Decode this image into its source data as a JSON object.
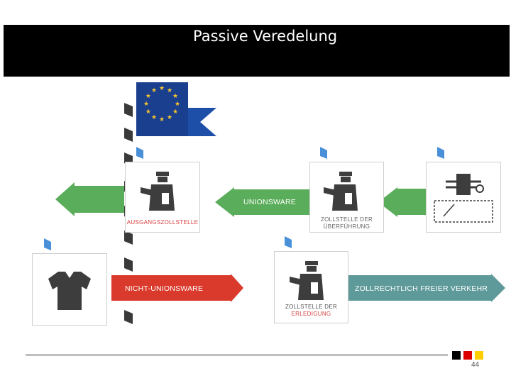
{
  "slide": {
    "title": "Passive Veredelung",
    "page_number": "44"
  },
  "labels": {
    "export_office": "AUSGANGSZOLLSTELLE",
    "transfer_office_line1": "ZOLLSTELLE DER",
    "transfer_office_line2": "ÜBERFÜHRUNG",
    "discharge_office_line1": "ZOLLSTELLE DER",
    "discharge_office_line2": "ERLEDIGUNG"
  },
  "arrows": {
    "union_goods": "UNIONSWARE",
    "non_union_goods": "NICHT-UNIONSWARE",
    "free_circulation": "ZOLLRECHTLICH FREIER VERKEHR"
  },
  "colors": {
    "green": "#5aad5a",
    "red": "#d93a2b",
    "teal": "#5f9a9a",
    "accent_red_text": "#d94040",
    "eu_blue": "#1b3f8f",
    "flag_gold": "#f4c430",
    "corner_blue": "#4a90d9",
    "icon_dark": "#3d3d3d"
  },
  "icons": [
    "eu-flag-icon",
    "customs-officer-icon",
    "tshirt-icon",
    "sewing-machine-icon",
    "barrier-post-icon"
  ]
}
